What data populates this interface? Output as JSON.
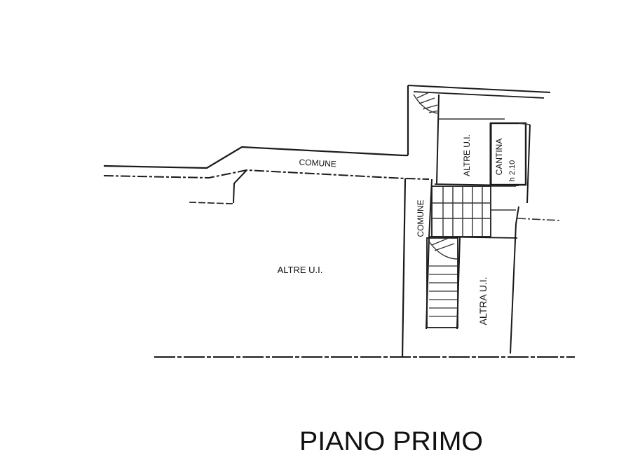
{
  "plan": {
    "title": "PIANO PRIMO",
    "rooms": {
      "comune_corridor": "COMUNE",
      "altre_ui_main": "ALTRE U.I.",
      "comune_vertical": "COMUNE",
      "altre_ui_small": "ALTRE U.I.",
      "cantina": "CANTINA",
      "cantina_height": "h 2.10",
      "altra_ui": "ALTRA U.I."
    }
  }
}
